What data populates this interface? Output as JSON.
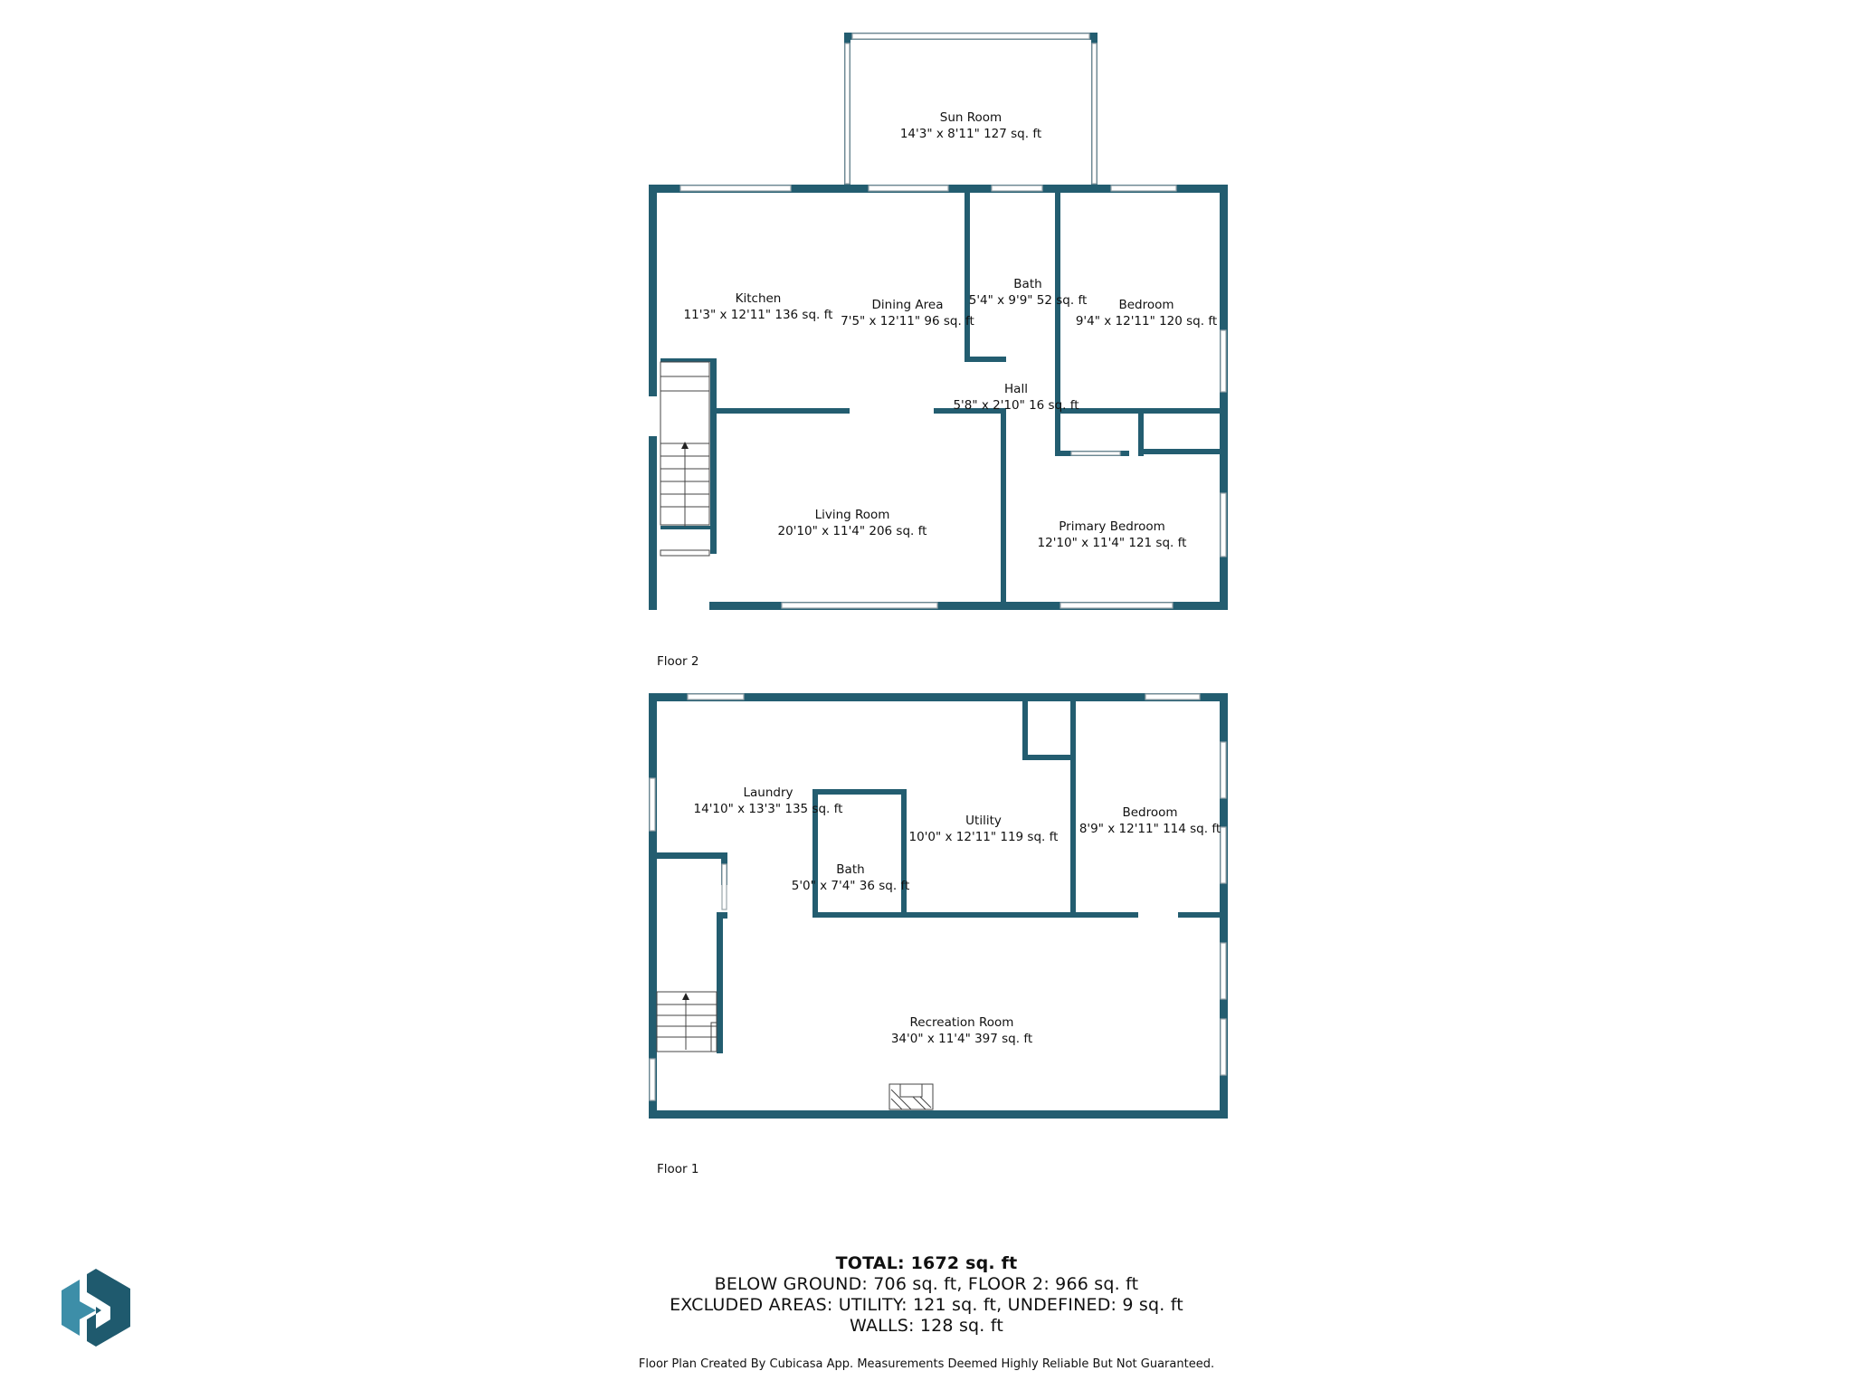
{
  "floor2": {
    "label": "Floor 2",
    "rooms": {
      "sun_room": {
        "name": "Sun Room",
        "dims": "14'3\" x 8'11\" 127 sq. ft"
      },
      "kitchen": {
        "name": "Kitchen",
        "dims": "11'3\" x 12'11\" 136 sq. ft"
      },
      "dining": {
        "name": "Dining Area",
        "dims": "7'5\" x 12'11\" 96 sq. ft"
      },
      "bath": {
        "name": "Bath",
        "dims": "5'4\" x 9'9\" 52 sq. ft"
      },
      "bedroom": {
        "name": "Bedroom",
        "dims": "9'4\" x 12'11\" 120 sq. ft"
      },
      "hall": {
        "name": "Hall",
        "dims": "5'8\" x 2'10\" 16 sq. ft"
      },
      "living": {
        "name": "Living Room",
        "dims": "20'10\" x 11'4\" 206 sq. ft"
      },
      "primary": {
        "name": "Primary Bedroom",
        "dims": "12'10\" x 11'4\" 121 sq. ft"
      }
    }
  },
  "floor1": {
    "label": "Floor 1",
    "rooms": {
      "laundry": {
        "name": "Laundry",
        "dims": "14'10\" x 13'3\" 135 sq. ft"
      },
      "utility": {
        "name": "Utility",
        "dims": "10'0\" x 12'11\" 119 sq. ft"
      },
      "bedroom": {
        "name": "Bedroom",
        "dims": "8'9\" x 12'11\" 114 sq. ft"
      },
      "bath": {
        "name": "Bath",
        "dims": "5'0\" x 7'4\" 36 sq. ft"
      },
      "recreation": {
        "name": "Recreation Room",
        "dims": "34'0\" x 11'4\" 397 sq. ft"
      }
    }
  },
  "summary": {
    "total": "TOTAL: 1672 sq. ft",
    "line1": "BELOW GROUND: 706 sq. ft, FLOOR 2: 966 sq. ft",
    "line2": "EXCLUDED AREAS: UTILITY: 121 sq. ft, UNDEFINED: 9 sq. ft",
    "line3": "WALLS: 128 sq. ft"
  },
  "disclaimer": "Floor Plan Created By Cubicasa App. Measurements Deemed Highly Reliable But Not Guaranteed.",
  "colors": {
    "wall": "#235d70",
    "logo_light": "#3d8ea8",
    "logo_dark": "#1f5a6e"
  },
  "icons": [
    "cubicasa-logo-icon",
    "fireplace-icon",
    "stairs-icon"
  ]
}
